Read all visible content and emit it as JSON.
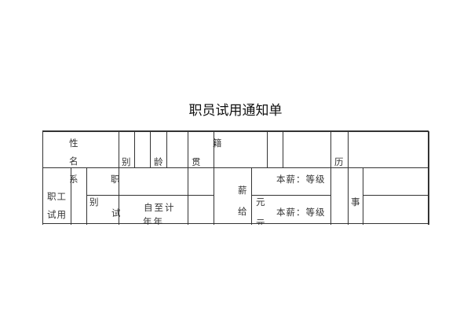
{
  "title": "职员试用通知单",
  "cells": {
    "name_1": "性",
    "name_2": "名",
    "gender": "别",
    "age": "龄",
    "native_1": "籍",
    "native_2": "贯",
    "history": "历",
    "dept": "系",
    "position": "职",
    "staff_1": "职工",
    "staff_2": "试用",
    "kind": "别",
    "trial": "试",
    "period": "自至计",
    "period_2": "年年",
    "salary_1": "薪",
    "salary_2": "给",
    "yuan_1": "元",
    "yuan_2": "元",
    "base_pay_1": "本薪：等级",
    "base_pay_2": "本薪：等级",
    "matter": "事"
  }
}
